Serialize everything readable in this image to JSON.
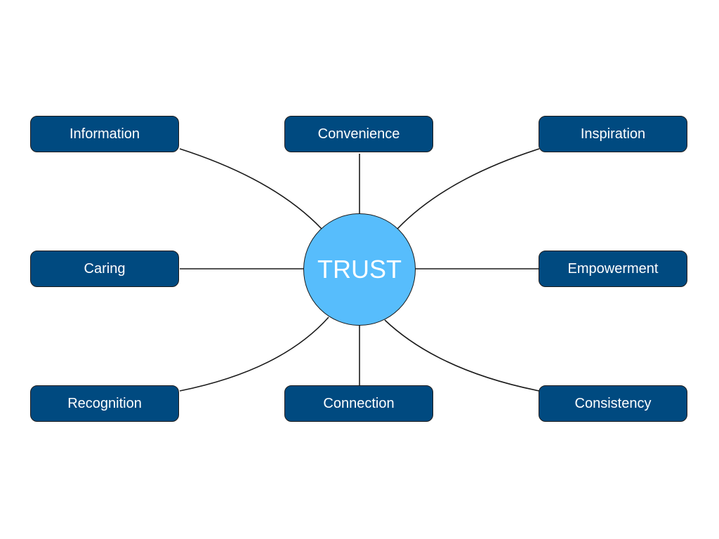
{
  "center": {
    "label": "TRUST"
  },
  "nodes": [
    {
      "label": "Information"
    },
    {
      "label": "Convenience"
    },
    {
      "label": "Inspiration"
    },
    {
      "label": "Caring"
    },
    {
      "label": "Empowerment"
    },
    {
      "label": "Recognition"
    },
    {
      "label": "Connection"
    },
    {
      "label": "Consistency"
    }
  ],
  "colors": {
    "node_fill": "#004a80",
    "center_fill": "#57bdfc",
    "text": "#ffffff",
    "line": "#1a1a1a"
  }
}
